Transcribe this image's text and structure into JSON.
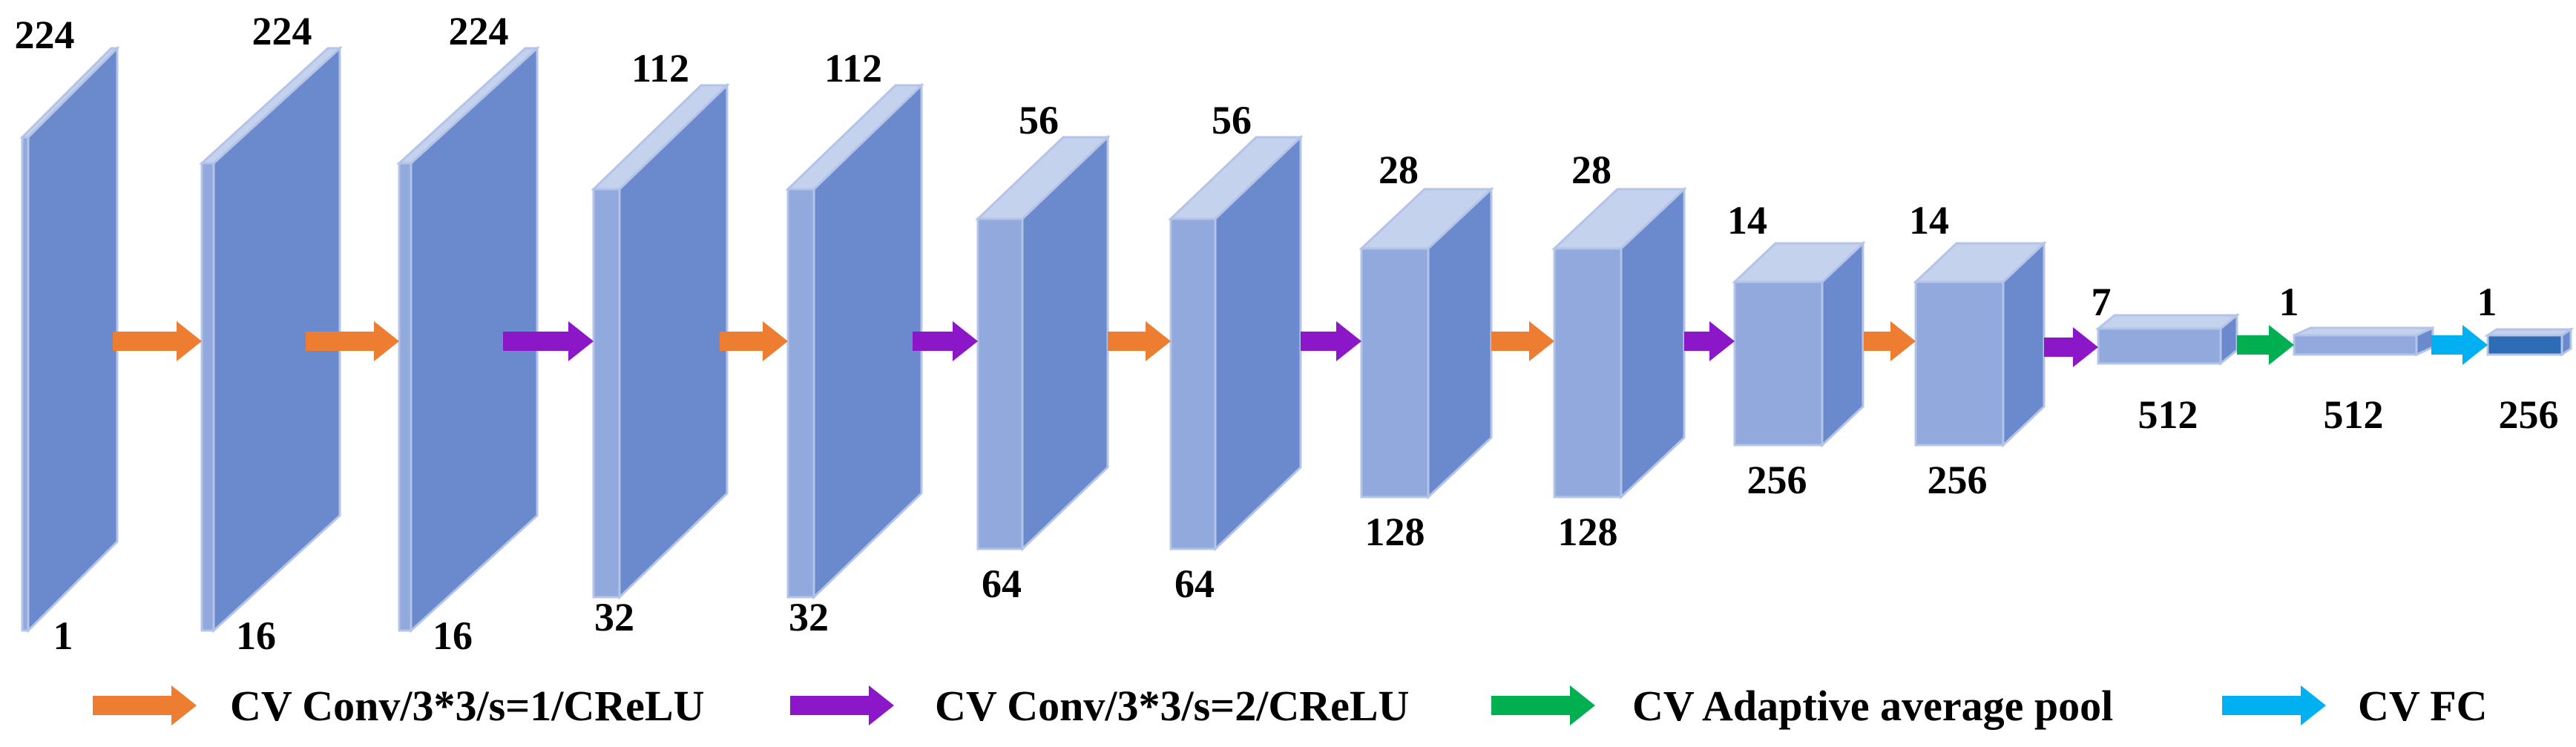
{
  "diagram": {
    "blocks": [
      {
        "top": "224",
        "bottom": "1"
      },
      {
        "top": "224",
        "bottom": "16"
      },
      {
        "top": "224",
        "bottom": "16"
      },
      {
        "top": "112",
        "bottom": "32"
      },
      {
        "top": "112",
        "bottom": "32"
      },
      {
        "top": "56",
        "bottom": "64"
      },
      {
        "top": "56",
        "bottom": "64"
      },
      {
        "top": "28",
        "bottom": "128"
      },
      {
        "top": "28",
        "bottom": "128"
      },
      {
        "top": "14",
        "bottom": "256"
      },
      {
        "top": "14",
        "bottom": "256"
      },
      {
        "top": "7",
        "bottom": "512"
      },
      {
        "top": "1",
        "bottom": "512"
      },
      {
        "top": "1",
        "bottom": "256"
      }
    ],
    "connectors": [
      "conv-s1",
      "conv-s1",
      "conv-s2",
      "conv-s1",
      "conv-s2",
      "conv-s1",
      "conv-s2",
      "conv-s1",
      "conv-s2",
      "conv-s1",
      "conv-s2",
      "pool",
      "fc"
    ],
    "legend": [
      {
        "key": "conv-s1",
        "label": "CV Conv/3*3/s=1/CReLU"
      },
      {
        "key": "conv-s2",
        "label": "CV Conv/3*3/s=2/CReLU"
      },
      {
        "key": "pool",
        "label": "CV Adaptive average pool"
      },
      {
        "key": "fc",
        "label": "CV FC"
      }
    ],
    "colors": {
      "conv-s1": "#ED7D31",
      "conv-s2": "#8B17C9",
      "pool": "#00B050",
      "fc": "#00B0F0",
      "block_side": "#6A8ACD",
      "block_front": "#91A9DD",
      "block_top": "#C5D2EE",
      "block_final": "#2E6DB5"
    }
  }
}
